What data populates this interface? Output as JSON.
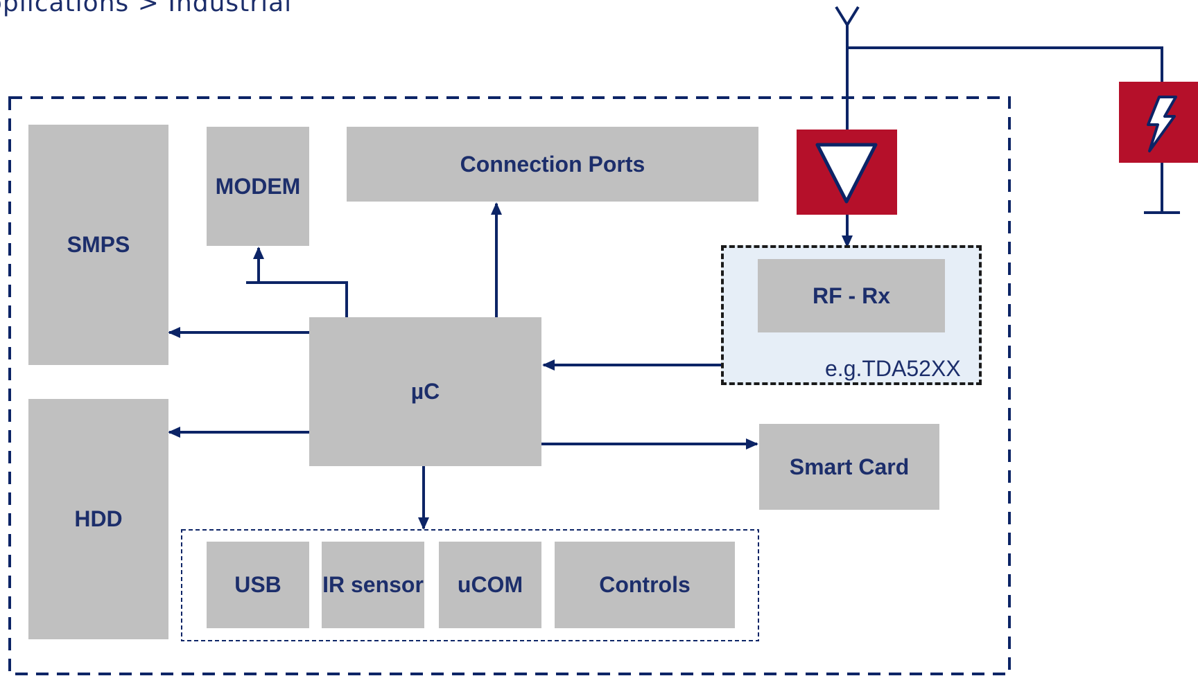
{
  "breadcrumb": "pplications > Industrial",
  "blocks": {
    "smps": "SMPS",
    "hdd": "HDD",
    "modem": "MODEM",
    "connection_ports": "Connection Ports",
    "rf_rx": "RF - Rx",
    "uc": "µC",
    "smart_card": "Smart Card",
    "usb": "USB",
    "ir_sensor": "IR sensor",
    "ucom": "uCOM",
    "controls": "Controls"
  },
  "rf_part_label": "e.g.TDA52XX",
  "icons": {
    "antenna": "antenna-icon",
    "filter": "triangle-filter-icon",
    "surge": "lightning-bolt-icon",
    "ground": "ground-icon"
  },
  "colors": {
    "block_fill": "#c0c0c0",
    "text_navy": "#1c2e6b",
    "line_navy": "#0c2466",
    "protection_red": "#b5102a",
    "rf_highlight": "#e6eef7"
  }
}
